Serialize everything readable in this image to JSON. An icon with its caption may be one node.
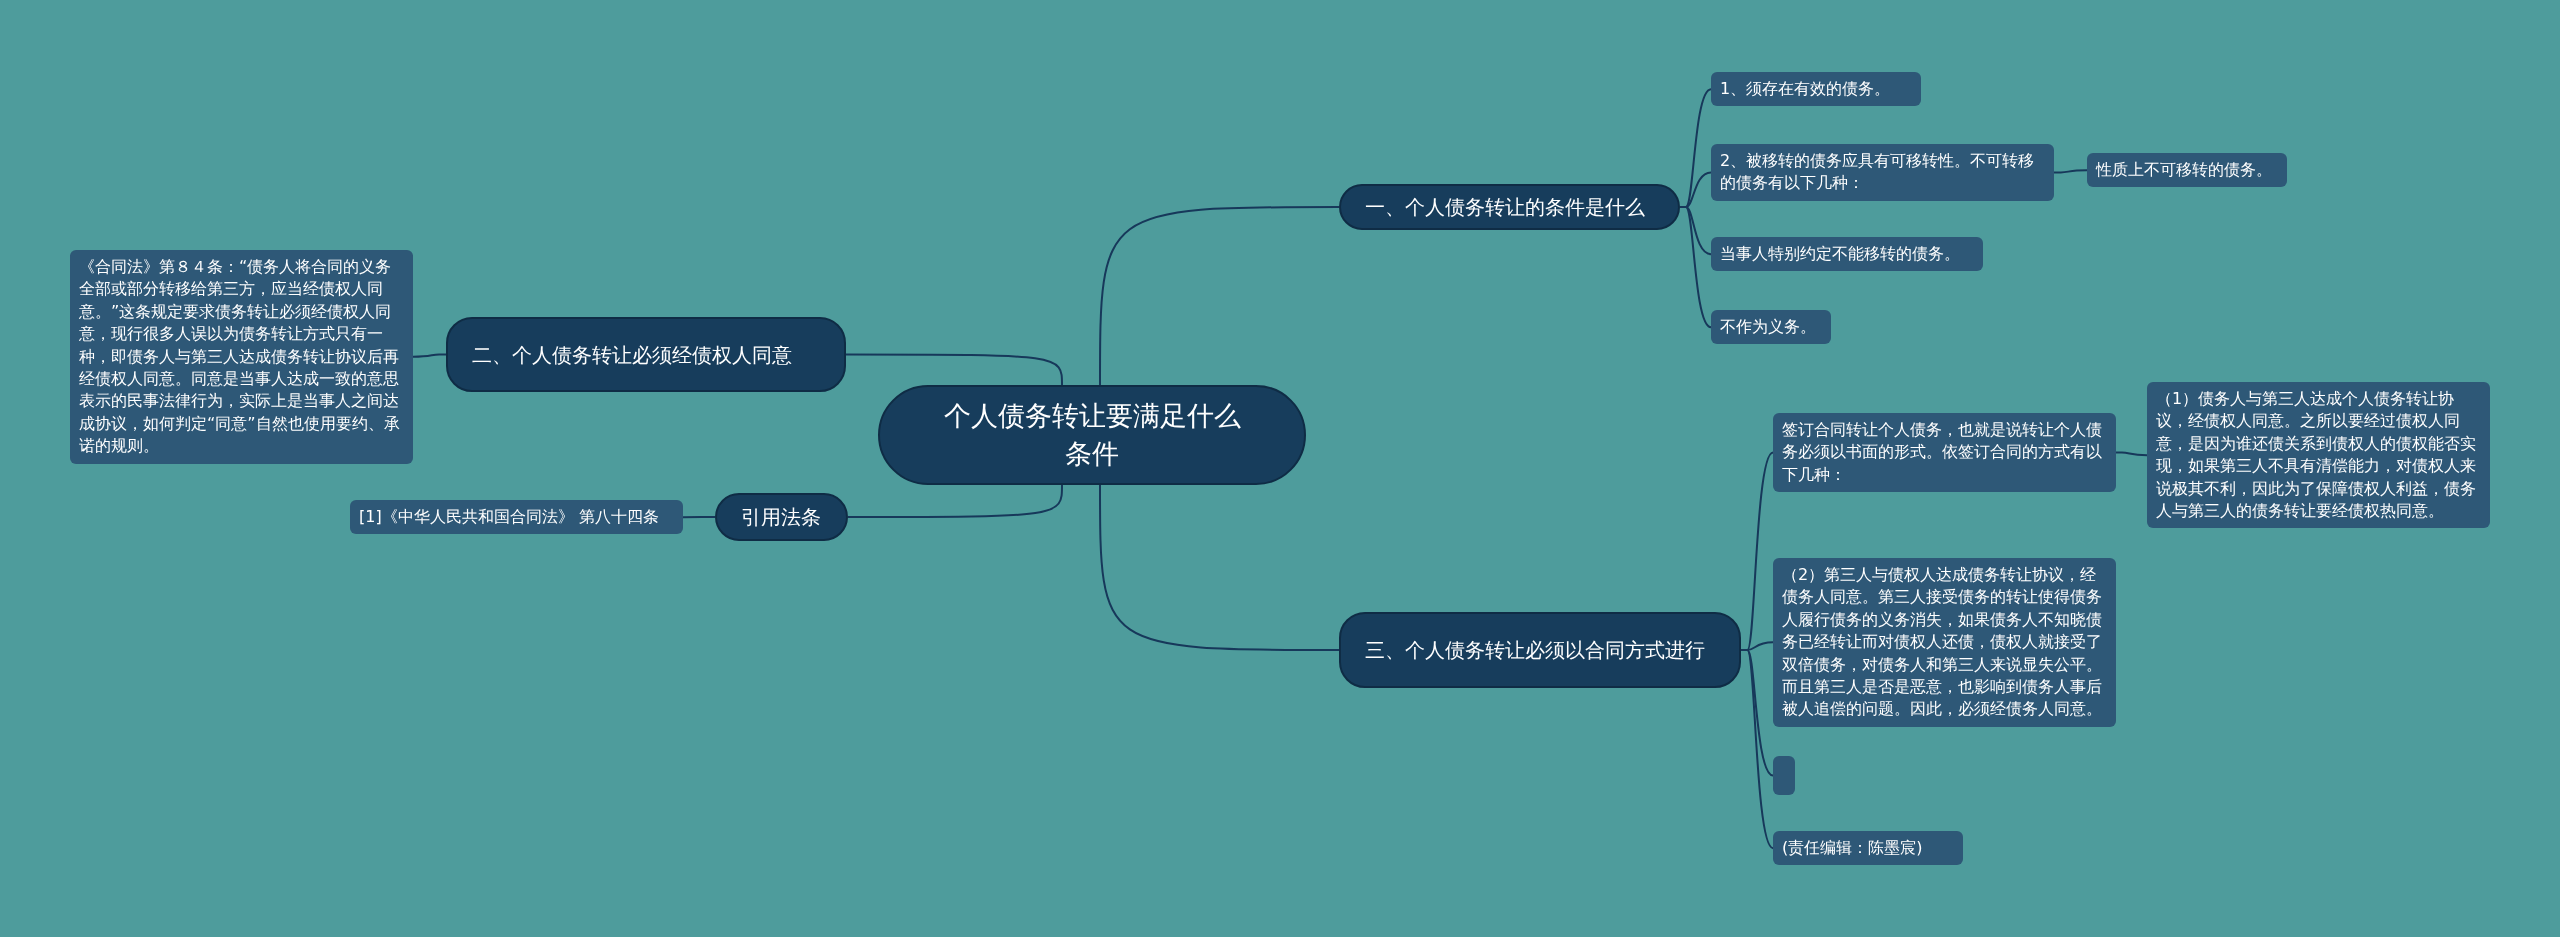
{
  "diagram": {
    "nodes": [
      {
        "text": [
          "个人债务转让要满足什么条件"
        ]
      },
      {
        "text": [
          "一、个人债务转让的条件是什么"
        ]
      },
      {
        "text": [
          "1、须存在有效的债务。"
        ]
      },
      {
        "text": [
          "2、被移转的债务应具有可移转性。不可转移的债务有以下几种："
        ]
      },
      {
        "text": [
          "性质上不可移转的债务。"
        ]
      },
      {
        "text": [
          "当事人特别约定不能移转的债务。"
        ]
      },
      {
        "text": [
          "不作为义务。"
        ]
      },
      {
        "text": [
          "二、个人债务转让必须经债权人同意"
        ]
      },
      {
        "text": [
          "《合同法》第８４条：“债务人将合同的义务全部或部分转移给第三方，应当经债权人同意。”这条规定要求债务转让必须经债权人同意，现行很多人误以为债务转让方式只有一种，即债务人与第三人达成债务转让协议后再经债权人同意。同意是当事人达成一致的意思表示的民事法律行为，实际上是当事人之间达成协议，如何判定“同意”自然也使用要约、承诺的规则。"
        ]
      },
      {
        "text": [
          "引用法条"
        ]
      },
      {
        "text": [
          "[1]《中华人民共和国合同法》 第八十四条"
        ]
      },
      {
        "text": [
          "三、个人债务转让必须以合同方式进行"
        ]
      },
      {
        "text": [
          "签订合同转让个人债务，也就是说转让个人债务必须以书面的形式。依签订合同的方式有以下几种："
        ]
      },
      {
        "text": [
          "（1）债务人与第三人达成个人债务转让协议，经债权人同意。之所以要经过债权人同意，是因为谁还债关系到债权人的债权能否实现，如果第三人不具有清偿能力，对债权人来说极其不利，因此为了保障债权人利益，债务人与第三人的债务转让要经债权热同意。"
        ]
      },
      {
        "text": [
          "（2）第三人与债权人达成债务转让协议，经债务人同意。第三人接受债务的转让使得债务人履行债务的义务消失，如果债务人不知晓债务已经转让而对债权人还债，债权人就接受了双倍债务，对债务人和第三人来说显失公平。而且第三人是否是恶意，也影响到债务人事后被人追偿的问题。因此，必须经债务人同意。"
        ]
      },
      {
        "text": [],
        "shape": "box"
      },
      {
        "text": [
          "(责任编辑：陈墨宸)"
        ]
      }
    ],
    "edges": [
      {
        "from": 0,
        "to": 1,
        "arrow": "none"
      },
      {
        "from": 1,
        "to": 2,
        "arrow": "none"
      },
      {
        "from": 1,
        "to": 3,
        "arrow": "none"
      },
      {
        "from": 3,
        "to": 4,
        "arrow": "none"
      },
      {
        "from": 1,
        "to": 5,
        "arrow": "none"
      },
      {
        "from": 1,
        "to": 6,
        "arrow": "none"
      },
      {
        "from": 0,
        "to": 7,
        "arrow": "none"
      },
      {
        "from": 7,
        "to": 8,
        "arrow": "none"
      },
      {
        "from": 0,
        "to": 9,
        "arrow": "none"
      },
      {
        "from": 9,
        "to": 10,
        "arrow": "none"
      },
      {
        "from": 0,
        "to": 11,
        "arrow": "none"
      },
      {
        "from": 11,
        "to": 12,
        "arrow": "none"
      },
      {
        "from": 12,
        "to": 13,
        "arrow": "none"
      },
      {
        "from": 11,
        "to": 14,
        "arrow": "none"
      },
      {
        "from": 11,
        "to": 15,
        "arrow": "none"
      },
      {
        "from": 11,
        "to": 16,
        "arrow": "none"
      }
    ]
  }
}
